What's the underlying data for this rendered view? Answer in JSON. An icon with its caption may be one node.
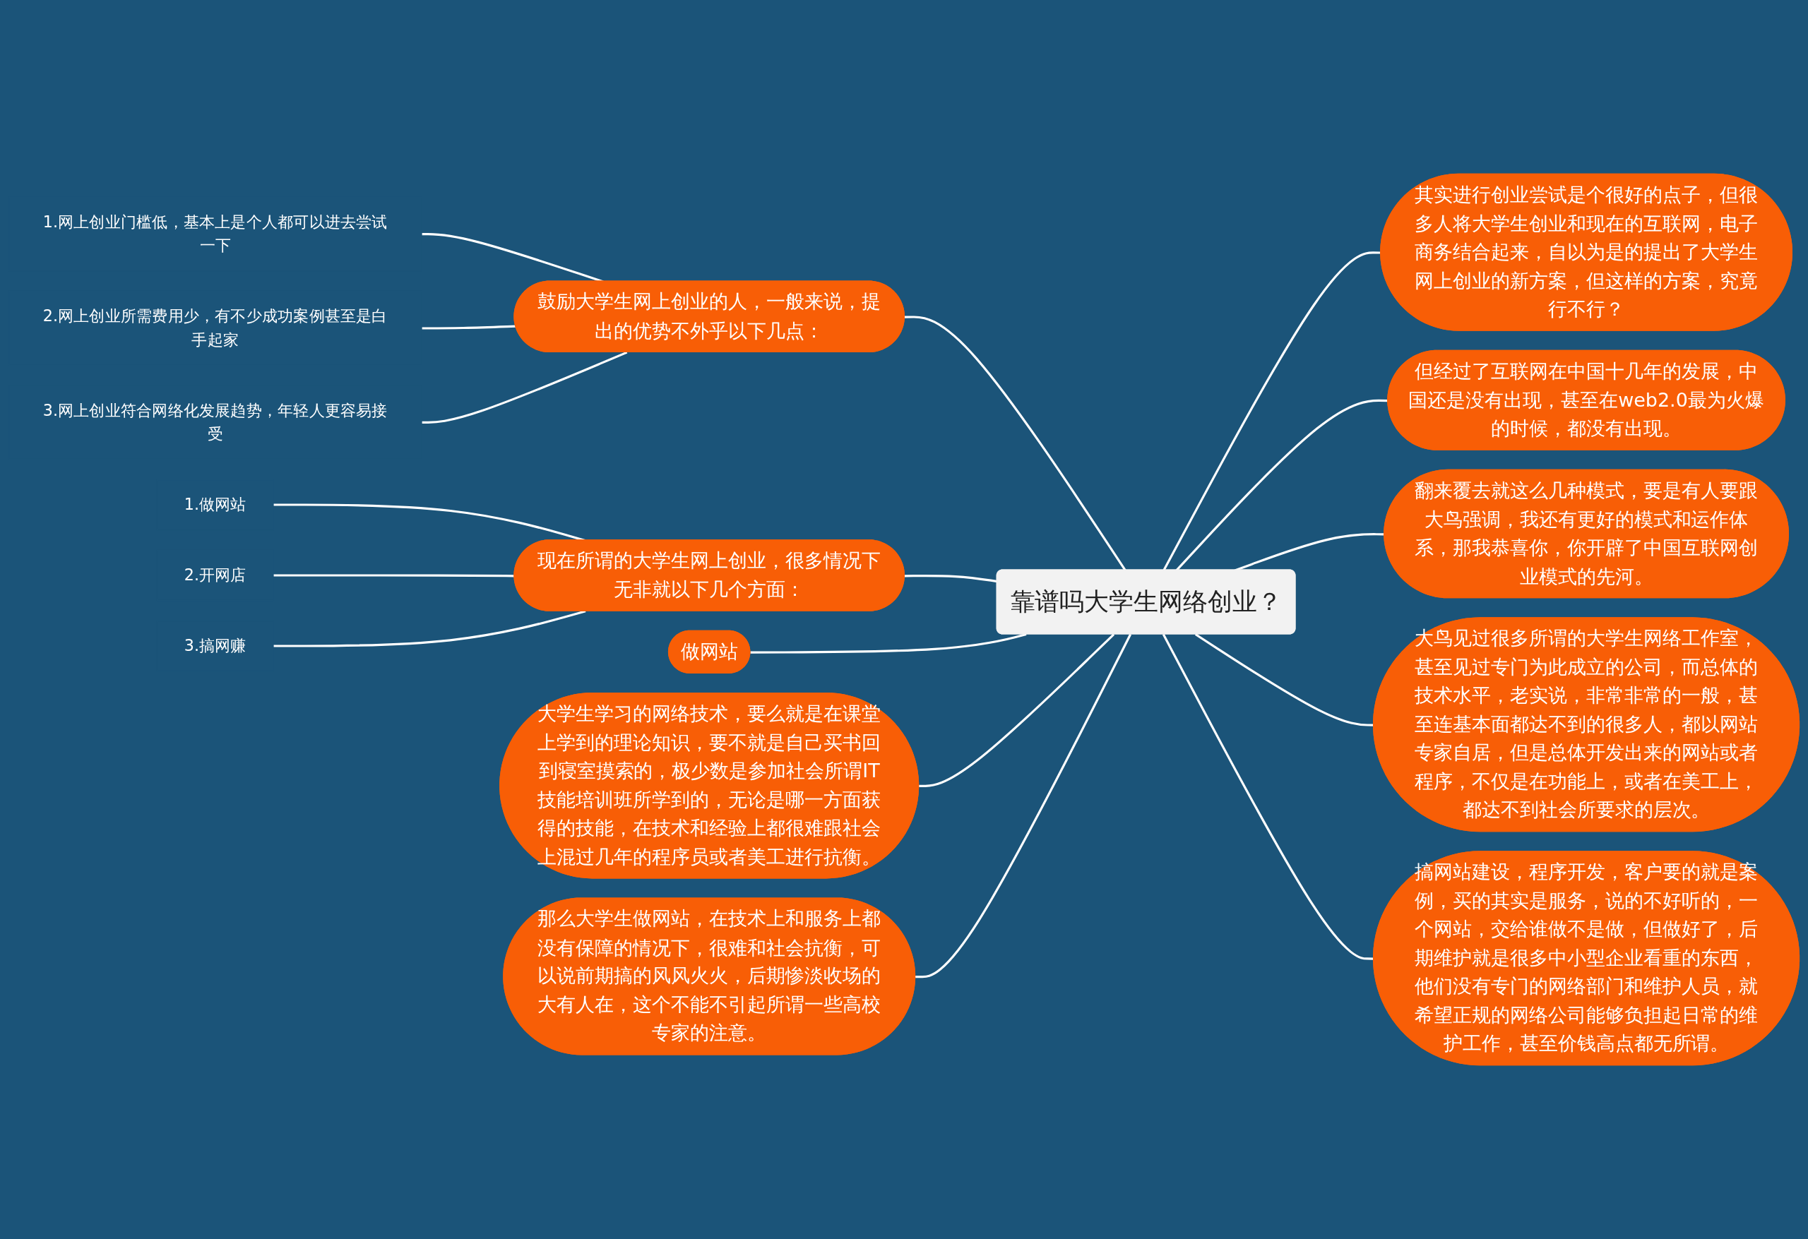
{
  "diagram": {
    "nodes": [
      {
        "text": [
          "靠谱吗大学生网络创业？"
        ]
      },
      {
        "text": [
          "鼓励大学生网上创业的人，一般来说，提出的优势不外乎以下几点："
        ]
      },
      {
        "text": [
          "1.网上创业门槛低，基本上是个人都可以进去尝试一下"
        ]
      },
      {
        "text": [
          "2.网上创业所需费用少，有不少成功案例甚至是白手起家"
        ]
      },
      {
        "text": [
          "3.网上创业符合网络化发展趋势，年轻人更容易接受"
        ]
      },
      {
        "text": [
          "现在所谓的大学生网上创业，很多情况下无非就以下几个方面："
        ]
      },
      {
        "text": [
          "1.做网站"
        ]
      },
      {
        "text": [
          "2.开网店"
        ]
      },
      {
        "text": [
          "3.搞网赚"
        ]
      },
      {
        "text": [
          "做网站"
        ]
      },
      {
        "text": [
          "大学生学习的网络技术，要么就是在课堂上学到的理论知识，要不就是自己买书回到寝室摸索的，极少数是参加社会所谓IT技能培训班所学到的，无论是哪一方面获得的技能，在技术和经验上都很难跟社会上混过几年的程序员或者美工进行抗衡。"
        ]
      },
      {
        "text": [
          "那么大学生做网站，在技术上和服务上都没有保障的情况下，很难和社会抗衡，可以说前期搞的风风火火，后期惨淡收场的大有人在，这个不能不引起所谓一些高校专家的注意。"
        ]
      },
      {
        "text": [
          "其实进行创业尝试是个很好的点子，但很多人将大学生创业和现在的互联网，电子商务结合起来，自以为是的提出了大学生网上创业的新方案，但这样的方案，究竟行不行？"
        ]
      },
      {
        "text": [
          "但经过了互联网在中国十几年的发展，中国还是没有出现，甚至在web2.0最为火爆的时候，都没有出现。"
        ]
      },
      {
        "text": [
          "翻来覆去就这么几种模式，要是有人要跟大鸟强调，我还有更好的模式和运作体系，那我恭喜你，你开辟了中国互联网创业模式的先河。"
        ]
      },
      {
        "text": [
          "大鸟见过很多所谓的大学生网络工作室，甚至见过专门为此成立的公司，而总体的技术水平，老实说，非常非常的一般，甚至连基本面都达不到的很多人，都以网站专家自居，但是总体开发出来的网站或者程序，不仅是在功能上，或者在美工上，都达不到社会所要求的层次。"
        ]
      },
      {
        "text": [
          "搞网站建设，程序开发，客户要的就是案例，买的其实是服务，说的不好听的，一个网站，交给谁做不是做，但做好了，后期维护就是很多中小型企业看重的东西，他们没有专门的网络部门和维护人员，就希望正规的网络公司能够负担起日常的维护工作，甚至价钱高点都无所谓。"
        ]
      }
    ],
    "edges": [
      {
        "from": 0,
        "to": 1,
        "arrow": "none"
      },
      {
        "from": 1,
        "to": 2,
        "arrow": "none"
      },
      {
        "from": 1,
        "to": 3,
        "arrow": "none"
      },
      {
        "from": 1,
        "to": 4,
        "arrow": "none"
      },
      {
        "from": 0,
        "to": 5,
        "arrow": "none"
      },
      {
        "from": 5,
        "to": 6,
        "arrow": "none"
      },
      {
        "from": 5,
        "to": 7,
        "arrow": "none"
      },
      {
        "from": 5,
        "to": 8,
        "arrow": "none"
      },
      {
        "from": 0,
        "to": 9,
        "arrow": "none"
      },
      {
        "from": 0,
        "to": 10,
        "arrow": "none"
      },
      {
        "from": 0,
        "to": 11,
        "arrow": "none"
      },
      {
        "from": 0,
        "to": 12,
        "arrow": "none"
      },
      {
        "from": 0,
        "to": 13,
        "arrow": "none"
      },
      {
        "from": 0,
        "to": 14,
        "arrow": "none"
      },
      {
        "from": 0,
        "to": 15,
        "arrow": "none"
      },
      {
        "from": 0,
        "to": 16,
        "arrow": "none"
      }
    ]
  }
}
